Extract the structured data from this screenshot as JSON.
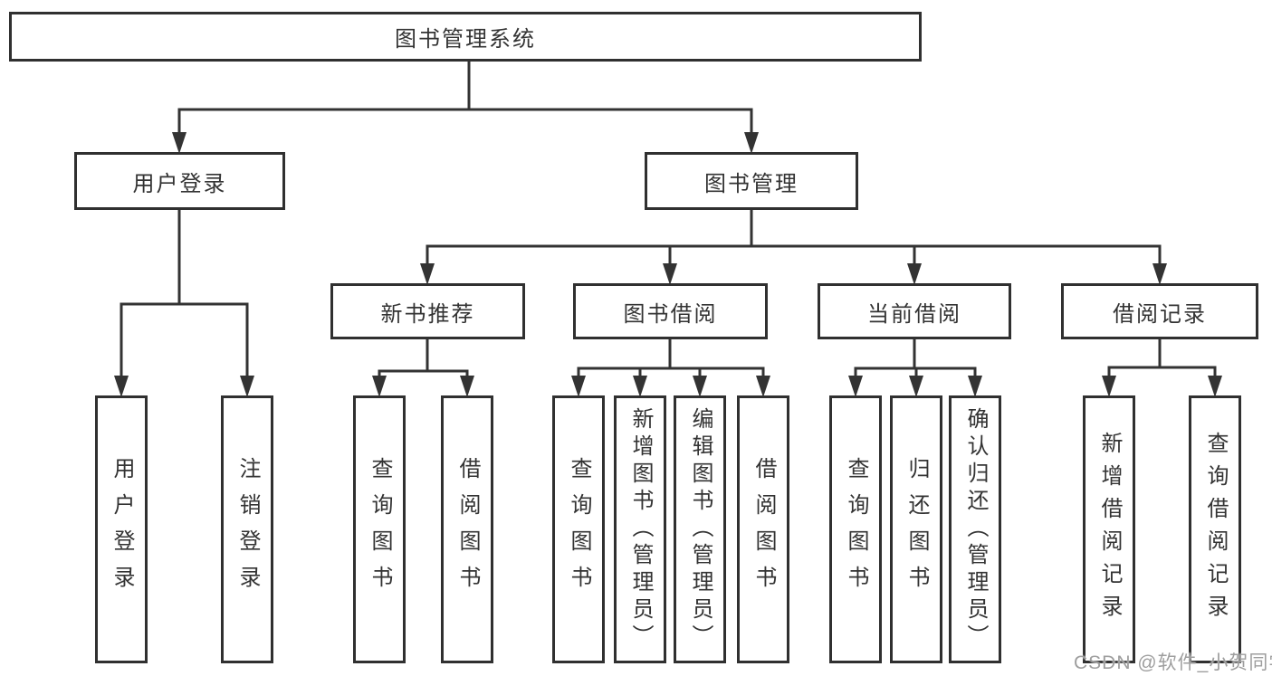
{
  "colors": {
    "line": "#333333",
    "box_border": "#303030",
    "text": "#333333",
    "watermark": "#9e9e9e",
    "background": "#ffffff"
  },
  "watermark": "CSDN @软件_小贺同学",
  "tree": {
    "root": "图书管理系统",
    "branches": [
      {
        "label": "用户登录",
        "children": [
          "用户登录",
          "注销登录"
        ]
      },
      {
        "label": "图书管理",
        "sections": [
          {
            "label": "新书推荐",
            "children": [
              "查询图书",
              "借阅图书"
            ]
          },
          {
            "label": "图书借阅",
            "children": [
              "查询图书",
              "新增图书（管理员）",
              "编辑图书（管理员）",
              "借阅图书"
            ]
          },
          {
            "label": "当前借阅",
            "children": [
              "查询图书",
              "归还图书",
              "确认归还（管理员）"
            ]
          },
          {
            "label": "借阅记录",
            "children": [
              "新增借阅记录",
              "查询借阅记录"
            ]
          }
        ]
      }
    ]
  }
}
